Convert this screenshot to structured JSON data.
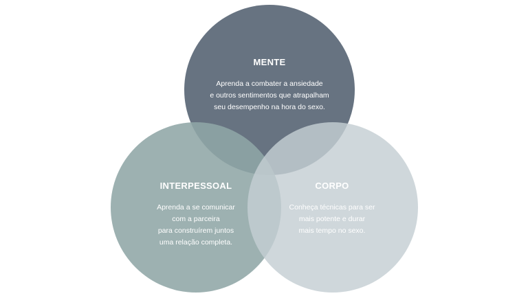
{
  "colors": {
    "mente": "#5b6877",
    "interpessoal": "#8fa6a6",
    "corpo": "#c4ced3",
    "text": "#ffffff"
  },
  "circles": {
    "mente": {
      "title": "MENTE",
      "lines": [
        "Aprenda a combater a ansiedade",
        "e outros sentimentos que atrapalham",
        "seu desempenho na hora do sexo."
      ]
    },
    "interpessoal": {
      "title": "INTERPESSOAL",
      "lines": [
        "Aprenda a se comunicar",
        "com a parceira",
        "para construírem juntos",
        "uma relação completa."
      ]
    },
    "corpo": {
      "title": "CORPO",
      "lines": [
        "Conheça técnicas para ser",
        "mais potente e durar",
        "mais tempo no sexo."
      ]
    }
  }
}
